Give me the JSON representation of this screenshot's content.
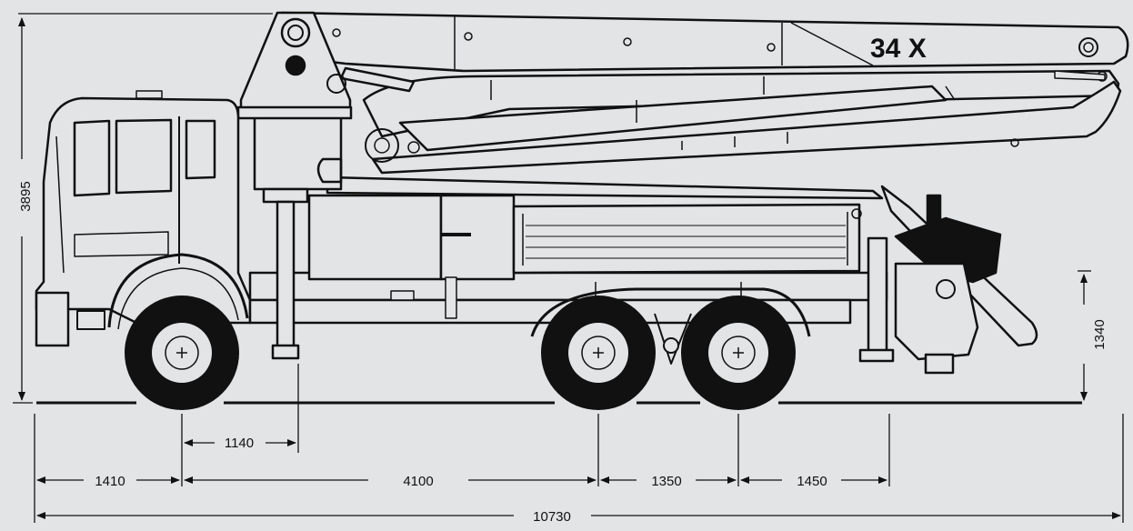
{
  "diagram": {
    "model_label": "34 X",
    "colors": {
      "background": "#e3e4e6",
      "ink": "#111111",
      "body_fill": "#e3e4e6"
    },
    "dimensions": {
      "overall_height": "3895",
      "outrigger_height": "1340",
      "front_axle_to_outrigger": "1140",
      "front_overhang": "1410",
      "wheelbase_front_to_rear": "4100",
      "rear_axle_spacing": "1350",
      "rear_overhang": "1450",
      "overall_length": "10730"
    }
  }
}
